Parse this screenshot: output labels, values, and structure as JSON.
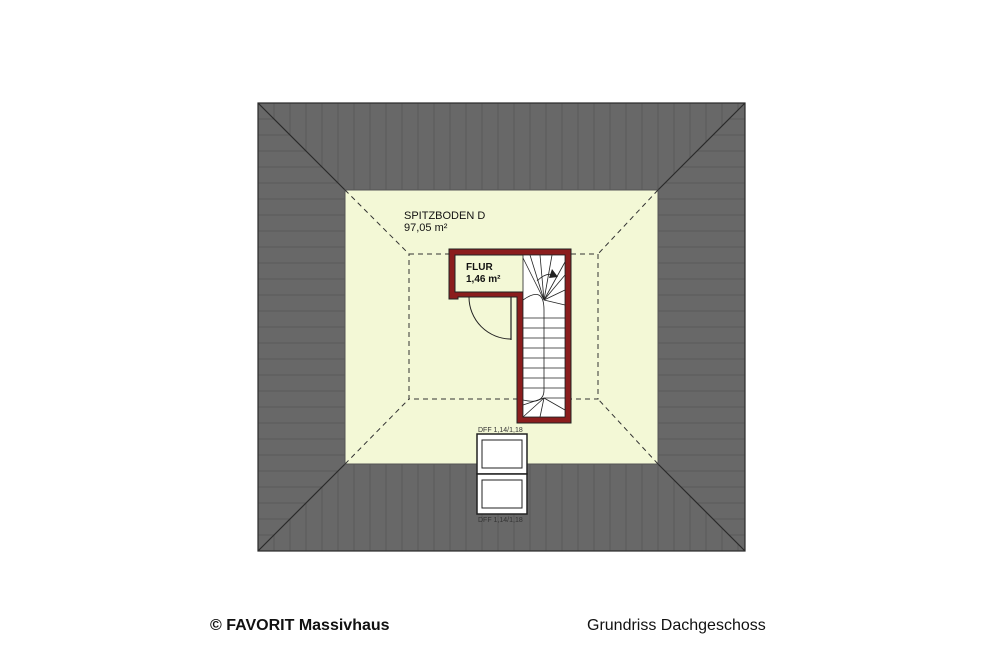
{
  "colors": {
    "roof": "#686868",
    "roof_seam": "#5a5a5a",
    "floor": "#f3f8d6",
    "wall_fill": "#8b1d1d",
    "wall_outline": "#222222",
    "stair_fill": "#ffffff",
    "dashed": "#333333"
  },
  "rooms": {
    "spitzboden": {
      "name": "SPITZBODEN D",
      "area": "97,05 m²"
    },
    "flur": {
      "name": "FLUR",
      "area": "1,46 m²"
    }
  },
  "windows": {
    "upper": {
      "label": "DFF  1,14/1,18"
    },
    "lower": {
      "label": "DFF  1,14/1,18"
    }
  },
  "footer": {
    "copyright": "© FAVORIT Massivhaus",
    "title": "Grundriss Dachgeschoss"
  }
}
